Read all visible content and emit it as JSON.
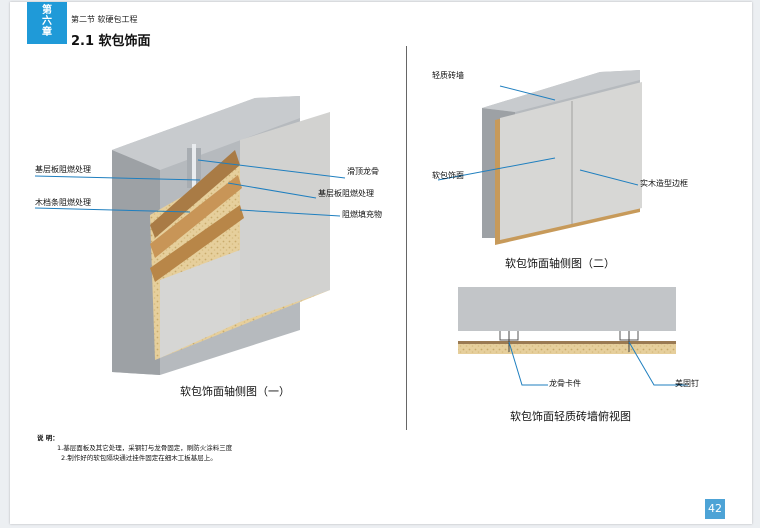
{
  "header": {
    "chapter_line1": "第",
    "chapter_line2": "六",
    "chapter_line3": "章",
    "section_sub": "第二节  软硬包工程",
    "section_title": "2.1  软包饰面"
  },
  "figure1": {
    "caption": "软包饰面轴侧图（一）",
    "labels": {
      "base_fireproof_left": "基层板阻燃处理",
      "wood_strip": "木档条阻燃处理",
      "track_keel": "滑顶龙骨",
      "base_fireproof_right": "基层板阻燃处理",
      "fill": "阻燃填充物"
    }
  },
  "figure2": {
    "caption": "软包饰面轴侧图（二）",
    "labels": {
      "light_wall": "轻质砖墙",
      "soft_face": "软包饰面",
      "wood_frame": "实木造型边框"
    }
  },
  "figure3": {
    "caption": "软包饰面轻质砖墙俯视图",
    "labels": {
      "keel_clip": "龙骨卡件",
      "nail": "美固钉"
    }
  },
  "notes": {
    "title": "说  明：",
    "item1": "1.基层面板及其它处理，采钢钉与龙骨固定，刷防火涂料三度",
    "item2": "2.制作好的软包隔块通过挂件固定在细木工板基层上。"
  },
  "page_number": "42"
}
